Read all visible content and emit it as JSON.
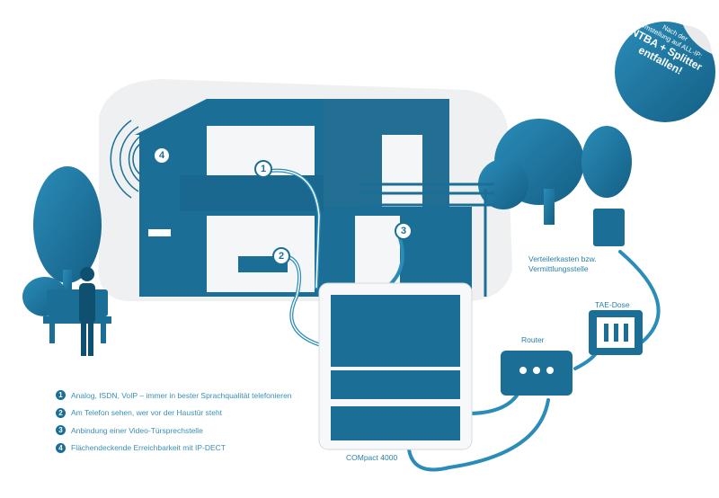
{
  "badge": {
    "line1": "Nach der",
    "line2": "Umstellung auf ALL-IP:",
    "line3": "NTBA + Splitter",
    "line4": "entfallen!"
  },
  "labels": {
    "distribution": "Verteilerkasten bzw. Vermittlungsstelle",
    "tae": "TAE-Dose",
    "router": "Router",
    "pbx": "COMpact 4000"
  },
  "markers": [
    "1",
    "2",
    "3",
    "4"
  ],
  "legend": [
    {
      "num": "1",
      "text": "Analog, ISDN, VoIP – immer in bester Sprachqualität telefonieren"
    },
    {
      "num": "2",
      "text": "Am Telefon sehen, wer vor der Haustür steht"
    },
    {
      "num": "3",
      "text": "Anbindung einer Video-Türsprechstelle"
    },
    {
      "num": "4",
      "text": "Flächendeckende Erreichbarkeit mit IP-DECT"
    }
  ],
  "colors": {
    "primary": "#1b6f97",
    "light": "#2a8cb8",
    "backdrop": "#eef0f2"
  }
}
